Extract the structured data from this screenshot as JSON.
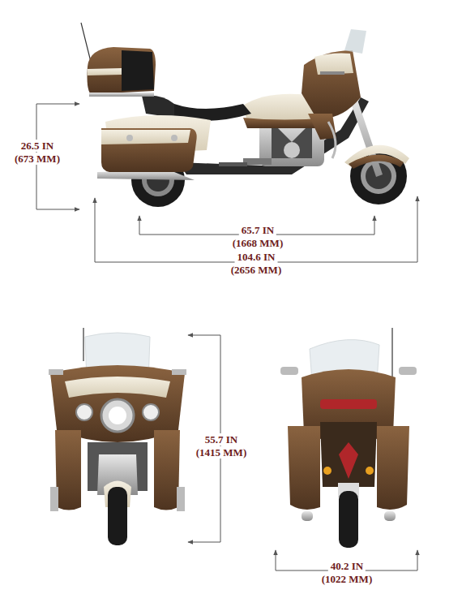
{
  "diagram": {
    "labels": [
      "26.5 IN",
      "(673 MM)",
      "65.7 IN",
      "(1668 MM)",
      "104.6 IN",
      "(2656 MM)",
      "55.7 IN",
      "(1415 MM)",
      "40.2 IN",
      "(1022 MM)"
    ]
  }
}
